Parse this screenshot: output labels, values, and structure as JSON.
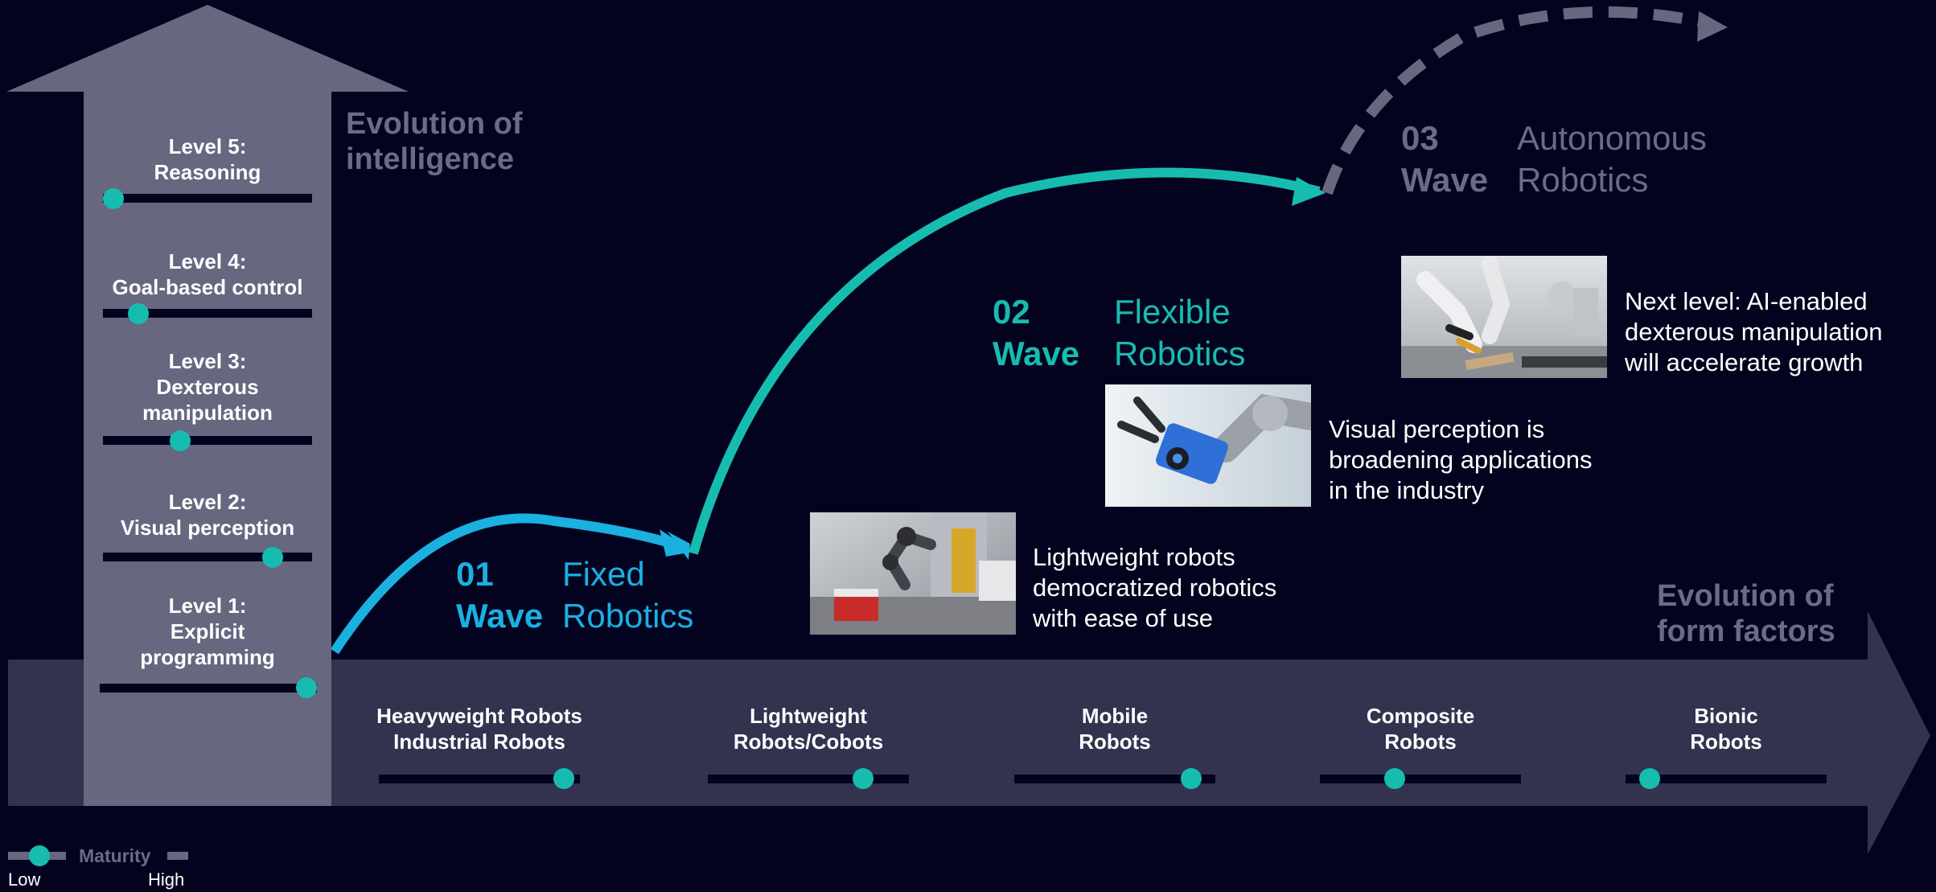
{
  "intelligence_axis": {
    "title": "Evolution of\nintelligence",
    "levels": [
      {
        "label": "Level 5:\nReasoning",
        "maturity": 0.05
      },
      {
        "label": "Level 4:\nGoal-based control",
        "maturity": 0.17
      },
      {
        "label": "Level 3:\nDexterous\nmanipulation",
        "maturity": 0.37
      },
      {
        "label": "Level 2:\nVisual perception",
        "maturity": 0.81
      },
      {
        "label": "Level 1:\nExplicit\nprogramming",
        "maturity": 0.95
      }
    ]
  },
  "form_factor_axis": {
    "title": "Evolution of\nform factors",
    "items": [
      {
        "label": "Heavyweight Robots\nIndustrial Robots",
        "maturity": 0.92
      },
      {
        "label": "Lightweight\nRobots/Cobots",
        "maturity": 0.77
      },
      {
        "label": "Mobile\nRobots",
        "maturity": 0.88
      },
      {
        "label": "Composite\nRobots",
        "maturity": 0.37
      },
      {
        "label": "Bionic\nRobots",
        "maturity": 0.12
      }
    ]
  },
  "waves": [
    {
      "number": "01\nWave",
      "name": "Fixed\nRobotics",
      "color": "#1ab0e0"
    },
    {
      "number": "02\nWave",
      "name": "Flexible\nRobotics",
      "color": "#17bcb0"
    },
    {
      "number": "03\nWave",
      "name": "Autonomous\nRobotics",
      "color": "#6b6b86"
    }
  ],
  "descriptions": [
    {
      "text": "Lightweight robots\ndemocratized robotics\nwith ease of use",
      "image": "cobot-photo"
    },
    {
      "text": "Visual perception is\nbroadening applications\nin the industry",
      "image": "robot-gripper-camera-photo"
    },
    {
      "text": "Next level: AI-enabled\ndexterous manipulation\nwill accelerate growth",
      "image": "robot-hands-photo"
    }
  ],
  "legend": {
    "title": "Maturity",
    "low_label": "Low",
    "high_label": "High"
  },
  "colors": {
    "background": "#03031f",
    "teal": "#17bcb0",
    "blue": "#1ab0e0",
    "arrow_fill": "#676780",
    "band_fill": "#33334f",
    "muted_text": "#6b6b86"
  }
}
